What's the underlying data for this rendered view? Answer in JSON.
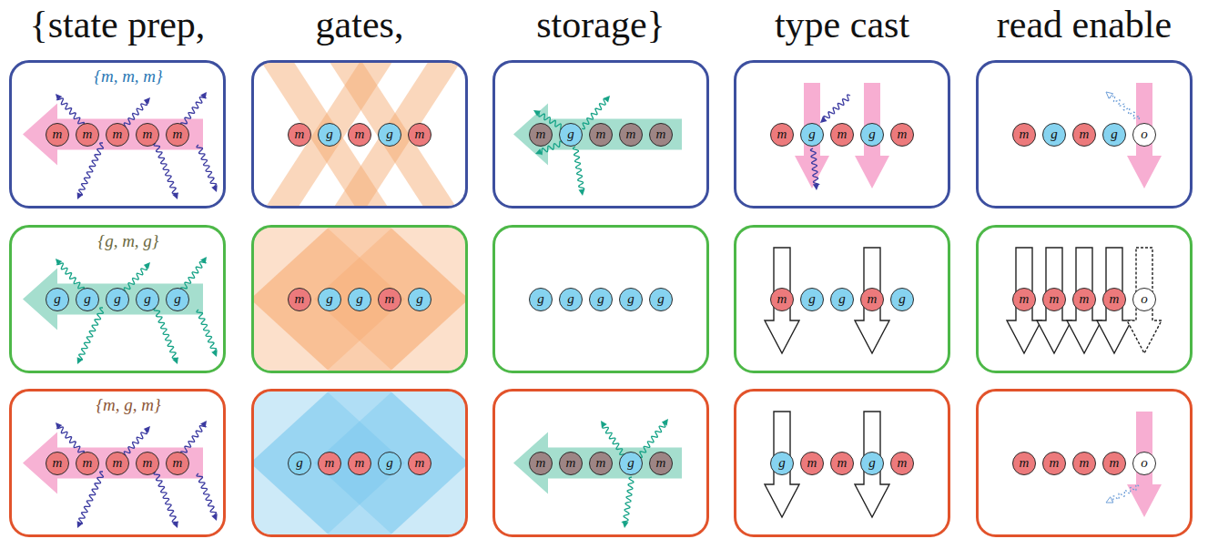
{
  "diagram": {
    "nodes": [
      {
        "text": [
          "{m, m, m}"
        ]
      },
      {
        "text": [
          "m"
        ],
        "in": 0
      },
      {
        "text": [
          "m"
        ],
        "in": 0
      },
      {
        "text": [
          "m"
        ],
        "in": 0
      },
      {
        "text": [
          "m"
        ],
        "in": 0
      },
      {
        "text": [
          "m"
        ],
        "in": 0
      },
      {
        "text": []
      },
      {
        "text": [
          "m"
        ],
        "in": 6
      },
      {
        "text": [
          "g"
        ],
        "in": 6
      },
      {
        "text": [
          "m"
        ],
        "in": 6
      },
      {
        "text": [
          "g"
        ],
        "in": 6
      },
      {
        "text": [
          "m"
        ],
        "in": 6
      },
      {
        "text": []
      },
      {
        "text": [
          "m"
        ],
        "in": 12
      },
      {
        "text": [
          "g"
        ],
        "in": 12
      },
      {
        "text": [
          "m"
        ],
        "in": 12
      },
      {
        "text": [
          "m"
        ],
        "in": 12
      },
      {
        "text": [
          "m"
        ],
        "in": 12
      },
      {
        "text": []
      },
      {
        "text": [
          "m"
        ],
        "in": 18
      },
      {
        "text": [
          "g"
        ],
        "in": 18
      },
      {
        "text": [
          "m"
        ],
        "in": 18
      },
      {
        "text": [
          "g"
        ],
        "in": 18
      },
      {
        "text": [
          "m"
        ],
        "in": 18
      },
      {
        "text": []
      },
      {
        "text": [
          "m"
        ],
        "in": 24
      },
      {
        "text": [
          "g"
        ],
        "in": 24
      },
      {
        "text": [
          "m"
        ],
        "in": 24
      },
      {
        "text": [
          "g"
        ],
        "in": 24
      },
      {
        "text": [
          "o"
        ],
        "in": 24
      },
      {
        "text": [
          "{g, m, g}"
        ]
      },
      {
        "text": [
          "g"
        ],
        "in": 30
      },
      {
        "text": [
          "g"
        ],
        "in": 30
      },
      {
        "text": [
          "g"
        ],
        "in": 30
      },
      {
        "text": [
          "g"
        ],
        "in": 30
      },
      {
        "text": [
          "g"
        ],
        "in": 30
      },
      {
        "text": []
      },
      {
        "text": [
          "m"
        ],
        "in": 36
      },
      {
        "text": [
          "g"
        ],
        "in": 36
      },
      {
        "text": [
          "g"
        ],
        "in": 36
      },
      {
        "text": [
          "m"
        ],
        "in": 36
      },
      {
        "text": [
          "g"
        ],
        "in": 36
      },
      {
        "text": []
      },
      {
        "text": [
          "g"
        ],
        "in": 42
      },
      {
        "text": [
          "g"
        ],
        "in": 42
      },
      {
        "text": [
          "g"
        ],
        "in": 42
      },
      {
        "text": [
          "g"
        ],
        "in": 42
      },
      {
        "text": [
          "g"
        ],
        "in": 42
      },
      {
        "text": []
      },
      {
        "text": [
          "m"
        ],
        "in": 48
      },
      {
        "text": [
          "g"
        ],
        "in": 48
      },
      {
        "text": [
          "g"
        ],
        "in": 48
      },
      {
        "text": [
          "m"
        ],
        "in": 48
      },
      {
        "text": [
          "g"
        ],
        "in": 48
      },
      {
        "text": []
      },
      {
        "text": [
          "m"
        ],
        "in": 54
      },
      {
        "text": [
          "m"
        ],
        "in": 54
      },
      {
        "text": [
          "m"
        ],
        "in": 54
      },
      {
        "text": [
          "m"
        ],
        "in": 54
      },
      {
        "text": [
          "o"
        ],
        "in": 54
      },
      {
        "text": [
          "{m, g, m}"
        ]
      },
      {
        "text": [
          "m"
        ],
        "in": 60
      },
      {
        "text": [
          "m"
        ],
        "in": 60
      },
      {
        "text": [
          "m"
        ],
        "in": 60
      },
      {
        "text": [
          "m"
        ],
        "in": 60
      },
      {
        "text": [
          "m"
        ],
        "in": 60
      },
      {
        "text": []
      },
      {
        "text": [
          "g"
        ],
        "in": 66
      },
      {
        "text": [
          "m"
        ],
        "in": 66
      },
      {
        "text": [
          "m"
        ],
        "in": 66
      },
      {
        "text": [
          "g"
        ],
        "in": 66
      },
      {
        "text": [
          "m"
        ],
        "in": 66
      },
      {
        "text": []
      },
      {
        "text": [
          "m"
        ],
        "in": 72
      },
      {
        "text": [
          "m"
        ],
        "in": 72
      },
      {
        "text": [
          "m"
        ],
        "in": 72
      },
      {
        "text": [
          "g"
        ],
        "in": 72
      },
      {
        "text": [
          "m"
        ],
        "in": 72
      },
      {
        "text": []
      },
      {
        "text": [
          "g"
        ],
        "in": 78
      },
      {
        "text": [
          "m"
        ],
        "in": 78
      },
      {
        "text": [
          "m"
        ],
        "in": 78
      },
      {
        "text": [
          "g"
        ],
        "in": 78
      },
      {
        "text": [
          "m"
        ],
        "in": 78
      },
      {
        "text": []
      },
      {
        "text": [
          "m"
        ],
        "in": 84
      },
      {
        "text": [
          "m"
        ],
        "in": 84
      },
      {
        "text": [
          "m"
        ],
        "in": 84
      },
      {
        "text": [
          "m"
        ],
        "in": 84
      },
      {
        "text": [
          "o"
        ],
        "in": 84
      }
    ],
    "labels": [
      "{state prep,",
      "gates,",
      "storage}",
      "type cast",
      "read enable"
    ]
  }
}
